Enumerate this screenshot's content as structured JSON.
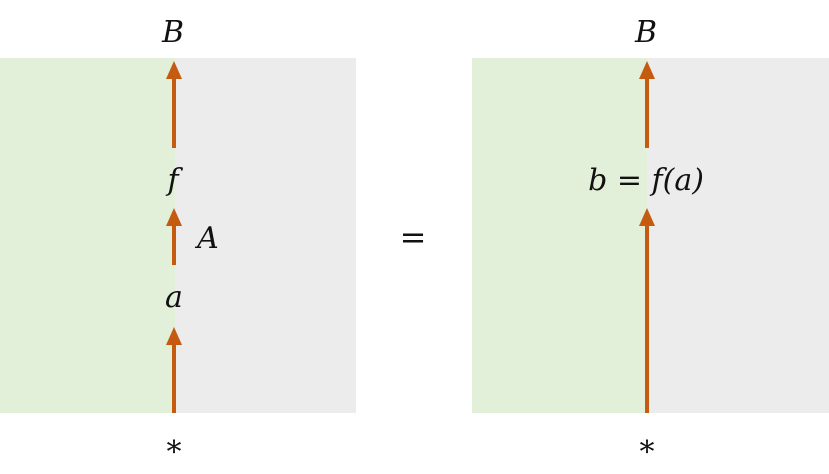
{
  "colors": {
    "green_region": "#e2efd9",
    "gray_region": "#ececec",
    "arrow": "#c55a11",
    "text": "#111111"
  },
  "left_diagram": {
    "top_label": "B",
    "bottom_label": "*",
    "node_f": "f",
    "wire_label": "A",
    "node_a": "a"
  },
  "equals_sign": "=",
  "right_diagram": {
    "top_label": "B",
    "bottom_label": "*",
    "node_expr": "b = f(a)"
  }
}
